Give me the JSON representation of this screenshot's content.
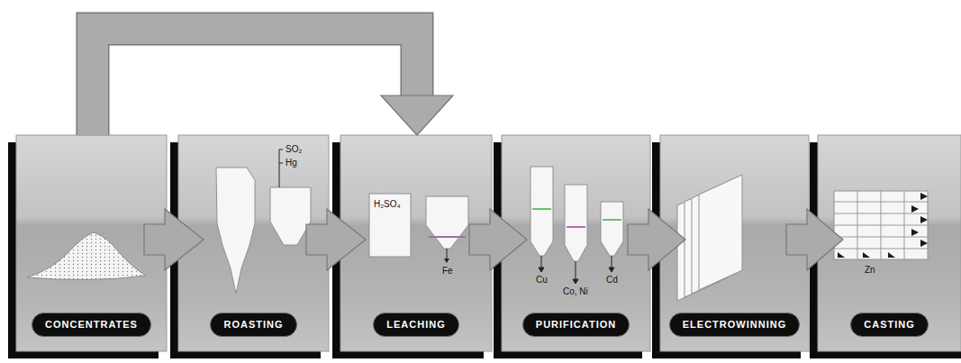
{
  "diagram": {
    "nodes": [
      {
        "text": [
          "CONCENTRATES"
        ]
      },
      {
        "text": [
          "ROASTING"
        ]
      },
      {
        "text": [
          "LEACHING"
        ]
      },
      {
        "text": [
          "PURIFICATION"
        ]
      },
      {
        "text": [
          "ELECTROWINNING"
        ]
      },
      {
        "text": [
          "CASTING"
        ]
      }
    ],
    "edges": [
      {
        "from": 0,
        "to": 1,
        "arrow": "to"
      },
      {
        "from": 1,
        "to": 2,
        "arrow": "to"
      },
      {
        "from": 2,
        "to": 3,
        "arrow": "to"
      },
      {
        "from": 3,
        "to": 4,
        "arrow": "to"
      },
      {
        "from": 4,
        "to": 5,
        "arrow": "to"
      },
      {
        "from": 0,
        "to": 2,
        "arrow": "to"
      }
    ],
    "labels": [
      "SO₂",
      "Hg",
      "H₂SO₄",
      "Fe",
      "Cu",
      "Co, Ni",
      "Cd",
      "Zn"
    ]
  }
}
